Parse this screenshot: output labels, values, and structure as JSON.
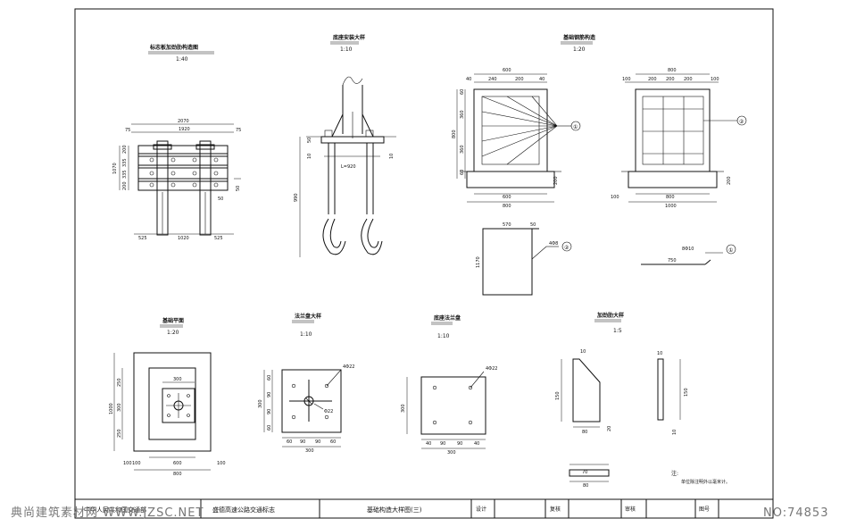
{
  "drawing": {
    "views": {
      "sign_frame": {
        "title": "标志板加劲肋构造图",
        "scale": "1:40",
        "dims": {
          "overall": "2070",
          "inner": "1920",
          "d_left": "75",
          "d_right": "75",
          "height": "1070",
          "h1": "200",
          "h2": "335",
          "h3": "335",
          "h4": "200",
          "post_left": "525",
          "post_gap": "1020",
          "post_right": "525",
          "flange": "50",
          "flange2": "50"
        }
      },
      "post_base": {
        "title": "底座安装大样",
        "scale": "1:10",
        "dims": {
          "h": "990",
          "plate": "50",
          "d": "10",
          "bolt": "L=920",
          "flange": "10"
        }
      },
      "foundation": {
        "title": "基础钢筋构造",
        "scale": "1:20",
        "dims": {
          "w_top": "600",
          "w_p1": "40",
          "w_p2": "240",
          "w_p3": "200",
          "w_p4": "40",
          "h1": "60",
          "h2": "360",
          "h_total": "800",
          "h3": "360",
          "h4": "60",
          "base_h": "200",
          "base_w": "600",
          "base_total": "800"
        },
        "callout": "①"
      },
      "foundation_side": {
        "dims": {
          "w_top": "800",
          "w_p1": "100",
          "w_p2": "200",
          "w_p3": "200",
          "w_p4": "200",
          "w_p5": "100",
          "h": "200",
          "base_w": "800",
          "base_l": "100",
          "base_total": "1000"
        },
        "callout": "②"
      },
      "rebar_2": {
        "dims": {
          "w": "570",
          "w2": "50",
          "h": "1170",
          "dia": "4Φ8"
        },
        "callout": "②"
      },
      "rebar_1": {
        "dims": {
          "len": "750",
          "dia": "8Φ10"
        },
        "callout": "①"
      },
      "foundation_plan": {
        "title": "基础平面",
        "scale": "1:20",
        "dims": {
          "inner": "300",
          "h1": "250",
          "h2": "300",
          "h3": "250",
          "total_h": "1000",
          "base_l": "100",
          "base_w": "600",
          "base_total": "800",
          "base_r": "100",
          "base_ll": "100"
        }
      },
      "flange_plate": {
        "title": "法兰盘大样",
        "scale": "1:10",
        "dims": {
          "d1": "4Φ22",
          "d2": "Φ22",
          "h": "300",
          "w1": "60",
          "w2": "90",
          "w3": "90",
          "w4": "60",
          "total": "300",
          "v1": "60",
          "v2": "90",
          "v3": "90",
          "v4": "60"
        }
      },
      "base_plate": {
        "title": "底座法兰盘",
        "scale": "1:10",
        "dims": {
          "d": "4Φ22",
          "h": "300",
          "w1": "40",
          "w2": "90",
          "w3": "90",
          "w4": "40",
          "total": "300"
        }
      },
      "stiffener": {
        "title": "加劲肋大样",
        "scale": "1:5",
        "dims": {
          "t": "10",
          "h": "150",
          "w": "80",
          "d": "20",
          "h2": "150",
          "t2": "10",
          "w2": "70",
          "w3": "80",
          "d2": "10"
        },
        "note1": "注:",
        "note2": "单位除注明外以毫米计。"
      }
    },
    "title_block": {
      "org": "中华人民共和国交通部",
      "project": "盛德高速公路交通标志",
      "sheet_title": "基础构造大样图(三)",
      "design": "设计",
      "review": "复核",
      "approve": "审核",
      "sheet_no_label": "图号",
      "sheet_no": ""
    },
    "watermark_left": "典尚建筑素材网 WWW.JZSC.NET",
    "watermark_right": "NO:74853"
  }
}
